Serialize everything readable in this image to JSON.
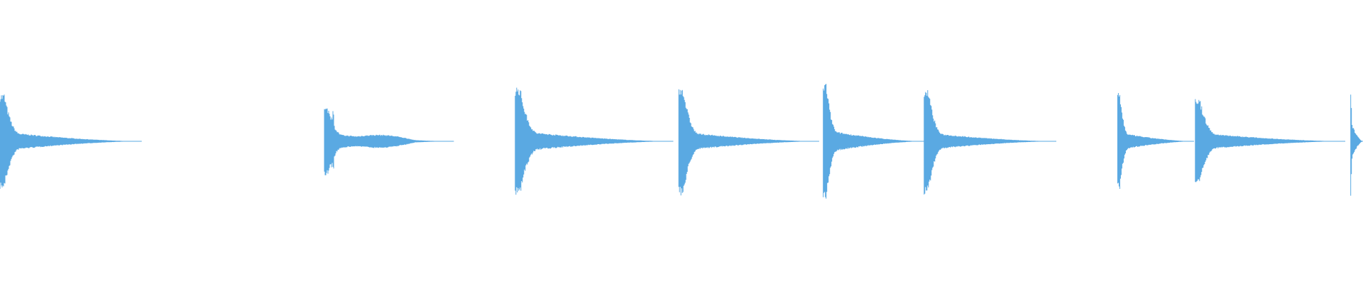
{
  "waveform": {
    "color": "#5aa9e2",
    "background": "#ffffff",
    "hits": [
      {
        "start": 0.0,
        "peak": 0.68,
        "decay_end": 0.104,
        "sustain": 0.11,
        "ripple": false
      },
      {
        "start": 0.238,
        "peak": 0.48,
        "decay_end": 0.333,
        "sustain": 0.09,
        "ripple": true,
        "second_peak": 0.45
      },
      {
        "start": 0.378,
        "peak": 0.78,
        "decay_end": 0.494,
        "sustain": 0.12,
        "ripple": false
      },
      {
        "start": 0.498,
        "peak": 0.78,
        "decay_end": 0.601,
        "sustain": 0.11,
        "ripple": false
      },
      {
        "start": 0.604,
        "peak": 0.84,
        "decay_end": 0.678,
        "sustain": 0.13,
        "ripple": false
      },
      {
        "start": 0.678,
        "peak": 0.76,
        "decay_end": 0.775,
        "sustain": 0.1,
        "ripple": false
      },
      {
        "start": 0.82,
        "peak": 0.68,
        "decay_end": 0.876,
        "sustain": 0.1,
        "ripple": false
      },
      {
        "start": 0.877,
        "peak": 0.6,
        "decay_end": 0.987,
        "sustain": 0.1,
        "ripple": false
      },
      {
        "start": 0.991,
        "peak": 0.8,
        "decay_end": 1.0,
        "sustain": 0.22,
        "ripple": false
      }
    ]
  }
}
